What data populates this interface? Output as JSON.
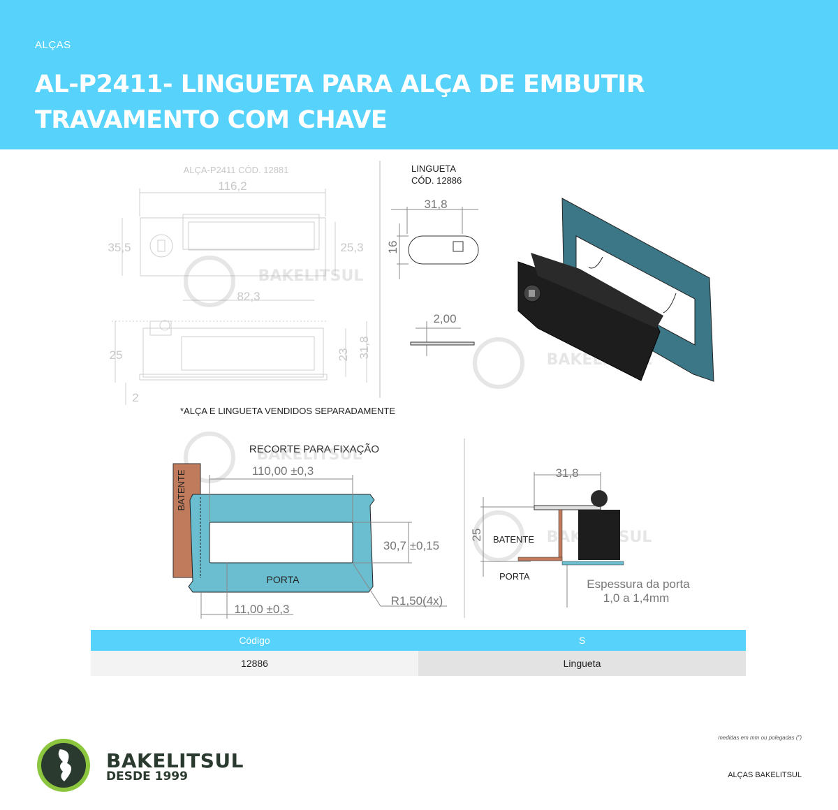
{
  "header": {
    "category": "ALÇAS",
    "title": "AL-P2411- LINGUETA PARA ALÇA DE EMBUTIR TRAVAMENTO COM CHAVE"
  },
  "drawing": {
    "handle_label": "ALÇA-P2411 CÓD. 12881",
    "handle_dims": {
      "width": "116,2",
      "height": "35,5",
      "inner_height": "25,3",
      "inner_width": "82,3",
      "side_height_left": "25",
      "side_height_inner": "23",
      "side_height_total": "31,8",
      "base": "2"
    },
    "latch_label_1": "LINGUETA",
    "latch_label_2": "CÓD. 12886",
    "latch_dims": {
      "width": "31,8",
      "height": "16",
      "thickness": "2,00"
    },
    "watermark": "BAKELITSUL",
    "sold_separately": "*ALÇA E LINGUETA VENDIDOS SEPARADAMENTE",
    "cutout": {
      "title": "RECORTE PARA FIXAÇÃO",
      "width": "110,00",
      "width_tol": "±0,3",
      "height": "30,7",
      "height_tol": "±0,15",
      "offset": "11,00",
      "offset_tol": "±0,3",
      "radius": "R1,50(4x)",
      "stop_label": "BATENTE",
      "door_label": "PORTA"
    },
    "section": {
      "width": "31,8",
      "height": "25",
      "stop_label": "BATENTE",
      "door_label": "PORTA",
      "thickness_line1": "Espessura da porta",
      "thickness_line2": "1,0 a 1,4mm"
    }
  },
  "table": {
    "headers": [
      "Código",
      "S"
    ],
    "rows": [
      [
        "12886",
        "Lingueta"
      ]
    ]
  },
  "footer": {
    "brand_name": "BAKELITSUL",
    "brand_since": "DESDE 1999",
    "units_note": "medidas em mm ou polegadas (\")",
    "tag": "ALÇAS BAKELITSUL"
  },
  "colors": {
    "header_bg": "#56d2fb",
    "door_panel": "#6bbdd0",
    "stop_panel": "#c07a5c",
    "panel_dark": "#3b7787"
  }
}
